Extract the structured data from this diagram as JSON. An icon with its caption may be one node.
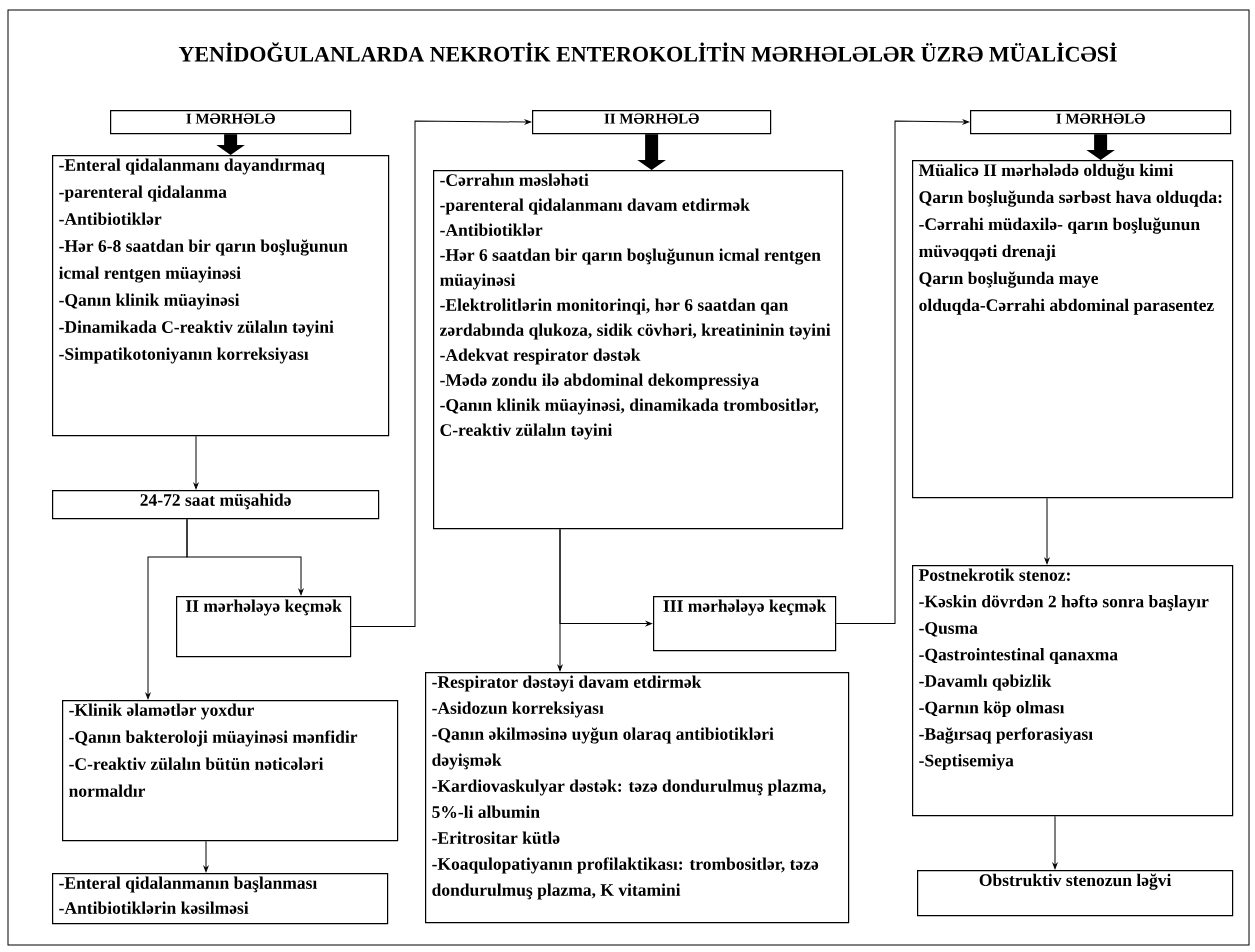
{
  "diagram": {
    "title": "YENİDOĞULANLARDA NEKROTİK ENTEROKOLİTİN MƏRHƏLƏLƏR ÜZRƏ MÜALİCƏSİ",
    "nodes": [
      {
        "text": [
          "I MƏRHƏLƏ"
        ]
      },
      {
        "text": [
          "II MƏRHƏLƏ"
        ]
      },
      {
        "text": [
          "I MƏRHƏLƏ"
        ]
      },
      {
        "text": [
          "-Enteral qidalanmanı dayandırmaq",
          "-parenteral qidalanma",
          "-Antibiotiklər",
          "-Hər 6-8 saatdan bir qarın boşluğunun icmal rentgen müayinəsi",
          "-Qanın klinik müayinəsi",
          "-Dinamikada C-reaktiv zülalın təyini",
          "-Simpatikotoniyanın korreksiyası"
        ]
      },
      {
        "text": [
          "-Cərrahın məsləhəti",
          "-parenteral qidalanmanı davam etdirmək",
          "-Antibiotiklər",
          "-Hər 6 saatdan bir qarın boşluğunun icmal rentgen müayinəsi",
          "-Elektrolitlərin monitorinqi, hər 6 saatdan qan zərdabında qlukoza, sidik cövhəri, kreatininin təyini",
          "-Adekvat respirator dəstək",
          "-Mədə zondu ilə abdominal dekompressiya",
          "-Qanın klinik müayinəsi, dinamikada trombositlər, C-reaktiv zülalın təyini"
        ]
      },
      {
        "text": [
          "Müalicə II mərhələdə olduğu kimi",
          "Qarın boşluğunda sərbəst hava olduqda:",
          "-Cərrahi müdaxilə- qarın boşluğunun müvəqqəti drenaji",
          "Qarın boşluğunda maye olduqda-Cərrahi abdominal parasentez"
        ]
      },
      {
        "text": [
          "24-72 saat müşahidə"
        ]
      },
      {
        "text": [
          "II mərhələyə keçmək"
        ]
      },
      {
        "text": [
          "III mərhələyə keçmək"
        ]
      },
      {
        "text": [
          "-Klinik əlamətlər yoxdur",
          "-Qanın bakteroloji müayinəsi mənfidir",
          "-C-reaktiv zülalın bütün nəticələri normaldır"
        ]
      },
      {
        "text": [
          "-Respirator dəstəyi davam etdirmək",
          "-Asidozun korreksiyası",
          "-Qanın əkilməsinə uyğun olaraq antibiotikləri dəyişmək",
          "-Kardiovaskulyar dəstək: təzə dondurulmuş plazma, 5%-li albumin",
          "-Eritrositar kütlə",
          "-Koaqulopatiyanın profilaktikası: trombositlər, təzə dondurulmuş plazma, K vitamini"
        ]
      },
      {
        "text": [
          "Postnekrotik stenoz:",
          "-Kəskin dövrdən 2 həftə sonra başlayır",
          "-Qusma",
          "-Qastrointestinal qanaxma",
          "-Davamlı qəbizlik",
          "-Qarnın köp olması",
          "-Bağırsaq perforasiyası",
          "-Septisemiya"
        ]
      },
      {
        "text": [
          "-Enteral qidalanmanın başlanması",
          "-Antibiotiklərin kəsilməsi"
        ]
      },
      {
        "text": [
          "Obstruktiv stenozun ləğvi"
        ]
      }
    ],
    "edges": [
      {
        "from": 0,
        "to": 3,
        "arrow": "to",
        "style": "thick"
      },
      {
        "from": 1,
        "to": 4,
        "arrow": "to",
        "style": "thick"
      },
      {
        "from": 2,
        "to": 5,
        "arrow": "to",
        "style": "thick"
      },
      {
        "from": 3,
        "to": 6,
        "arrow": "to"
      },
      {
        "from": 6,
        "to": 7,
        "arrow": "to"
      },
      {
        "from": 6,
        "to": 9,
        "arrow": "to"
      },
      {
        "from": 7,
        "to": 1,
        "arrow": "to"
      },
      {
        "from": 4,
        "to": 10,
        "arrow": "to"
      },
      {
        "from": 4,
        "to": 8,
        "arrow": "to"
      },
      {
        "from": 8,
        "to": 2,
        "arrow": "to"
      },
      {
        "from": 9,
        "to": 12,
        "arrow": "to"
      },
      {
        "from": 5,
        "to": 11,
        "arrow": "to"
      },
      {
        "from": 11,
        "to": 13,
        "arrow": "to"
      }
    ]
  }
}
